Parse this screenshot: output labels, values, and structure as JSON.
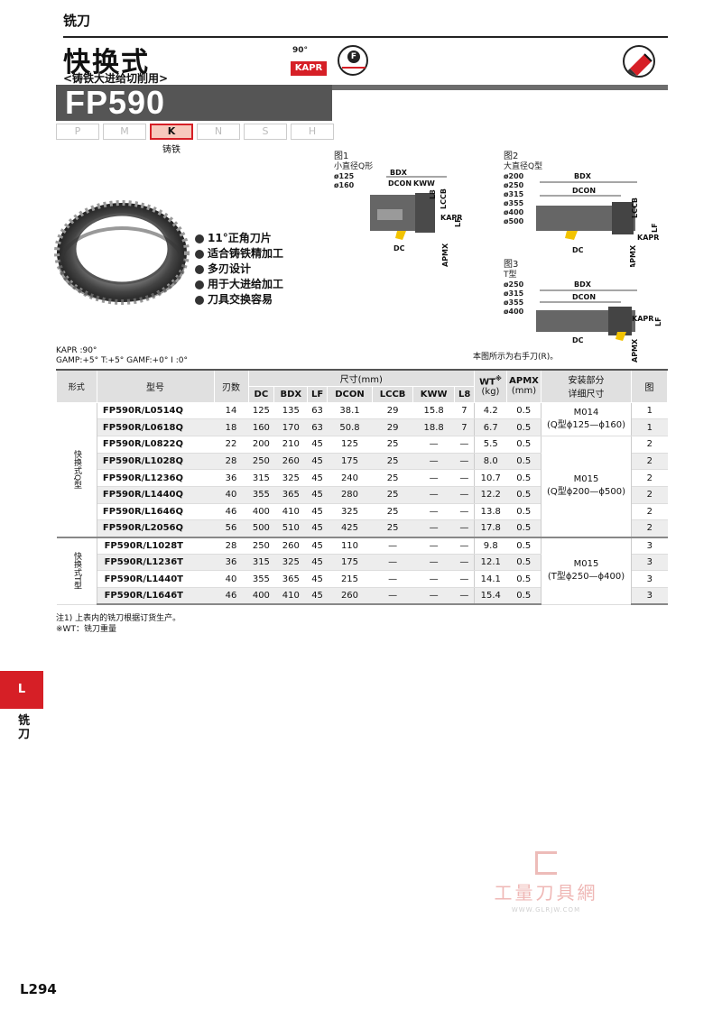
{
  "header": {
    "section": "铣刀",
    "title": "快换式",
    "subtitle": "<铸铁大进给切削用>",
    "model": "FP590",
    "kapr_badge": {
      "deg": "90°",
      "label": "KAPR"
    },
    "f_badge": "F"
  },
  "materials": {
    "items": [
      "P",
      "M",
      "K",
      "N",
      "S",
      "H"
    ],
    "active": "K",
    "active_label": "铸铁"
  },
  "features": [
    "11°正角刀片",
    "适合铸铁精加工",
    "多刃设计",
    "用于大进给加工",
    "刀具交换容易"
  ],
  "figures": {
    "fig1": {
      "title": "图1",
      "subtitle": "小直径Q形",
      "diameters": [
        "ø125",
        "ø160"
      ],
      "labels": [
        "BDX",
        "DCON",
        "KWW",
        "L8",
        "LCCB",
        "LF",
        "KAPR",
        "DC",
        "APMX"
      ]
    },
    "fig2": {
      "title": "图2",
      "subtitle": "大直径Q型",
      "diameters": [
        "ø200",
        "ø250",
        "ø315",
        "ø355",
        "ø400",
        "ø500"
      ],
      "labels": [
        "BDX",
        "DCON",
        "LCCB",
        "LF",
        "KAPR",
        "DC",
        "APMX"
      ]
    },
    "fig3": {
      "title": "图3",
      "subtitle": "T型",
      "diameters": [
        "ø250",
        "ø315",
        "ø355",
        "ø400"
      ],
      "labels": [
        "BDX",
        "DCON",
        "KAPR",
        "LF",
        "DC",
        "APMX"
      ]
    },
    "note": "本图所示为右手刀(R)。"
  },
  "angles": {
    "line1": "KAPR :90°",
    "line2": "GAMP:+5°   T:+5°   GAMF:+0°   I :0°"
  },
  "table": {
    "headers": {
      "type": "形式",
      "model": "型号",
      "teeth": "刃数",
      "dims": "尺寸(mm)",
      "dim_cols": [
        "DC",
        "BDX",
        "LF",
        "DCON",
        "LCCB",
        "KWW",
        "L8"
      ],
      "wt": "WT",
      "wt_mark": "※",
      "wt_unit": "(kg)",
      "apmx": "APMX",
      "apmx_unit": "(mm)",
      "mount": "安装部分",
      "mount2": "详细尺寸",
      "fig": "图"
    },
    "groups": [
      {
        "type_label": "快换式Q型",
        "rows": [
          {
            "model": "FP590R/L0514Q",
            "z": "14",
            "DC": "125",
            "BDX": "135",
            "LF": "63",
            "DCON": "38.1",
            "LCCB": "29",
            "KWW": "15.8",
            "L8": "7",
            "WT": "4.2",
            "APMX": "0.5",
            "fig": "1"
          },
          {
            "model": "FP590R/L0618Q",
            "z": "18",
            "DC": "160",
            "BDX": "170",
            "LF": "63",
            "DCON": "50.8",
            "LCCB": "29",
            "KWW": "18.8",
            "L8": "7",
            "WT": "6.7",
            "APMX": "0.5",
            "fig": "1"
          },
          {
            "model": "FP590R/L0822Q",
            "z": "22",
            "DC": "200",
            "BDX": "210",
            "LF": "45",
            "DCON": "125",
            "LCCB": "25",
            "KWW": "—",
            "L8": "—",
            "WT": "5.5",
            "APMX": "0.5",
            "fig": "2"
          },
          {
            "model": "FP590R/L1028Q",
            "z": "28",
            "DC": "250",
            "BDX": "260",
            "LF": "45",
            "DCON": "175",
            "LCCB": "25",
            "KWW": "—",
            "L8": "—",
            "WT": "8.0",
            "APMX": "0.5",
            "fig": "2"
          },
          {
            "model": "FP590R/L1236Q",
            "z": "36",
            "DC": "315",
            "BDX": "325",
            "LF": "45",
            "DCON": "240",
            "LCCB": "25",
            "KWW": "—",
            "L8": "—",
            "WT": "10.7",
            "APMX": "0.5",
            "fig": "2"
          },
          {
            "model": "FP590R/L1440Q",
            "z": "40",
            "DC": "355",
            "BDX": "365",
            "LF": "45",
            "DCON": "280",
            "LCCB": "25",
            "KWW": "—",
            "L8": "—",
            "WT": "12.2",
            "APMX": "0.5",
            "fig": "2"
          },
          {
            "model": "FP590R/L1646Q",
            "z": "46",
            "DC": "400",
            "BDX": "410",
            "LF": "45",
            "DCON": "325",
            "LCCB": "25",
            "KWW": "—",
            "L8": "—",
            "WT": "13.8",
            "APMX": "0.5",
            "fig": "2"
          },
          {
            "model": "FP590R/L2056Q",
            "z": "56",
            "DC": "500",
            "BDX": "510",
            "LF": "45",
            "DCON": "425",
            "LCCB": "25",
            "KWW": "—",
            "L8": "—",
            "WT": "17.8",
            "APMX": "0.5",
            "fig": "2"
          }
        ],
        "mounts": [
          {
            "line1": "M014",
            "line2": "(Q型ϕ125—ϕ160)"
          },
          {
            "line1": "M015",
            "line2": "(Q型ϕ200—ϕ500)"
          }
        ]
      },
      {
        "type_label": "快换式T型",
        "rows": [
          {
            "model": "FP590R/L1028T",
            "z": "28",
            "DC": "250",
            "BDX": "260",
            "LF": "45",
            "DCON": "110",
            "LCCB": "—",
            "KWW": "—",
            "L8": "—",
            "WT": "9.8",
            "APMX": "0.5",
            "fig": "3"
          },
          {
            "model": "FP590R/L1236T",
            "z": "36",
            "DC": "315",
            "BDX": "325",
            "LF": "45",
            "DCON": "175",
            "LCCB": "—",
            "KWW": "—",
            "L8": "—",
            "WT": "12.1",
            "APMX": "0.5",
            "fig": "3"
          },
          {
            "model": "FP590R/L1440T",
            "z": "40",
            "DC": "355",
            "BDX": "365",
            "LF": "45",
            "DCON": "215",
            "LCCB": "—",
            "KWW": "—",
            "L8": "—",
            "WT": "14.1",
            "APMX": "0.5",
            "fig": "3"
          },
          {
            "model": "FP590R/L1646T",
            "z": "46",
            "DC": "400",
            "BDX": "410",
            "LF": "45",
            "DCON": "260",
            "LCCB": "—",
            "KWW": "—",
            "L8": "—",
            "WT": "15.4",
            "APMX": "0.5",
            "fig": "3"
          }
        ],
        "mounts": [
          {
            "line1": "M015",
            "line2": "(T型ϕ250—ϕ400)"
          }
        ]
      }
    ]
  },
  "notes": [
    "注1) 上表内的铣刀根据订货生产。",
    "※WT：铣刀重量"
  ],
  "side_tab": {
    "letter": "L",
    "label": "铣刀"
  },
  "watermark": {
    "text": "工量刀具網",
    "url": "WWW.GLRJW.COM"
  },
  "page_number": "L294",
  "colors": {
    "accent": "#d61f26",
    "banner": "#555555"
  }
}
